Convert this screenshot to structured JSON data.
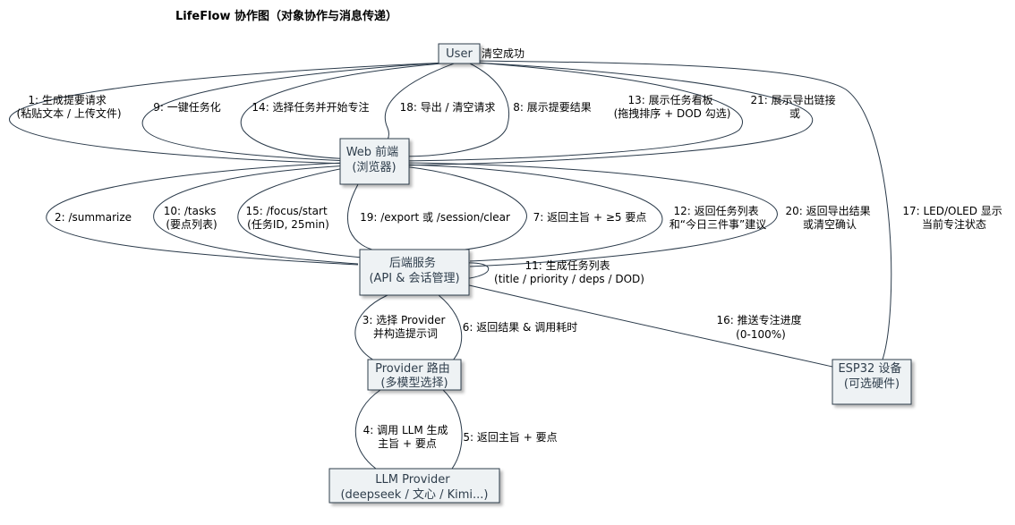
{
  "title": "LifeFlow 协作图（对象协作与消息传递）",
  "nodes": {
    "user": [
      "User"
    ],
    "web": [
      "Web 前端",
      "(浏览器)"
    ],
    "backend": [
      "后端服务",
      "(API & 会话管理)"
    ],
    "router": [
      "Provider 路由",
      "(多模型选择)"
    ],
    "llm": [
      "LLM Provider",
      "(deepseek / 文心 / Kimi...)"
    ],
    "esp32": [
      "ESP32 设备",
      "(可选硬件)"
    ]
  },
  "messages": {
    "m1": [
      "1: 生成提要请求",
      "(粘贴文本 / 上传文件)"
    ],
    "m9": [
      "9: 一键任务化"
    ],
    "m14": [
      "14: 选择任务并开始专注"
    ],
    "m18": [
      "18: 导出 / 清空请求"
    ],
    "m8": [
      "8: 展示提要结果"
    ],
    "m13": [
      "13: 展示任务看板",
      "(拖拽排序 + DOD 勾选)"
    ],
    "m21": [
      "21: 展示导出链接",
      "或"
    ],
    "m21b": [
      "清空成功"
    ],
    "m2": [
      "2: /summarize"
    ],
    "m10": [
      "10: /tasks",
      "(要点列表)"
    ],
    "m15": [
      "15: /focus/start",
      "(任务ID, 25min)"
    ],
    "m19": [
      "19: /export 或 /session/clear"
    ],
    "m7": [
      "7: 返回主旨 + ≥5 要点"
    ],
    "m12": [
      "12: 返回任务列表",
      "和“今日三件事”建议"
    ],
    "m20": [
      "20: 返回导出结果",
      "或清空确认"
    ],
    "m17": [
      "17: LED/OLED 显示",
      "当前专注状态"
    ],
    "m11": [
      "11: 生成任务列表",
      "(title / priority / deps / DOD)"
    ],
    "m16": [
      "16: 推送专注进度",
      "(0-100%)"
    ],
    "m3": [
      "3: 选择 Provider",
      "并构造提示词"
    ],
    "m6": [
      "6: 返回结果 & 调用耗时"
    ],
    "m4": [
      "4: 调用 LLM 生成",
      "主旨 + 要点"
    ],
    "m5": [
      "5: 返回主旨 + 要点"
    ]
  }
}
